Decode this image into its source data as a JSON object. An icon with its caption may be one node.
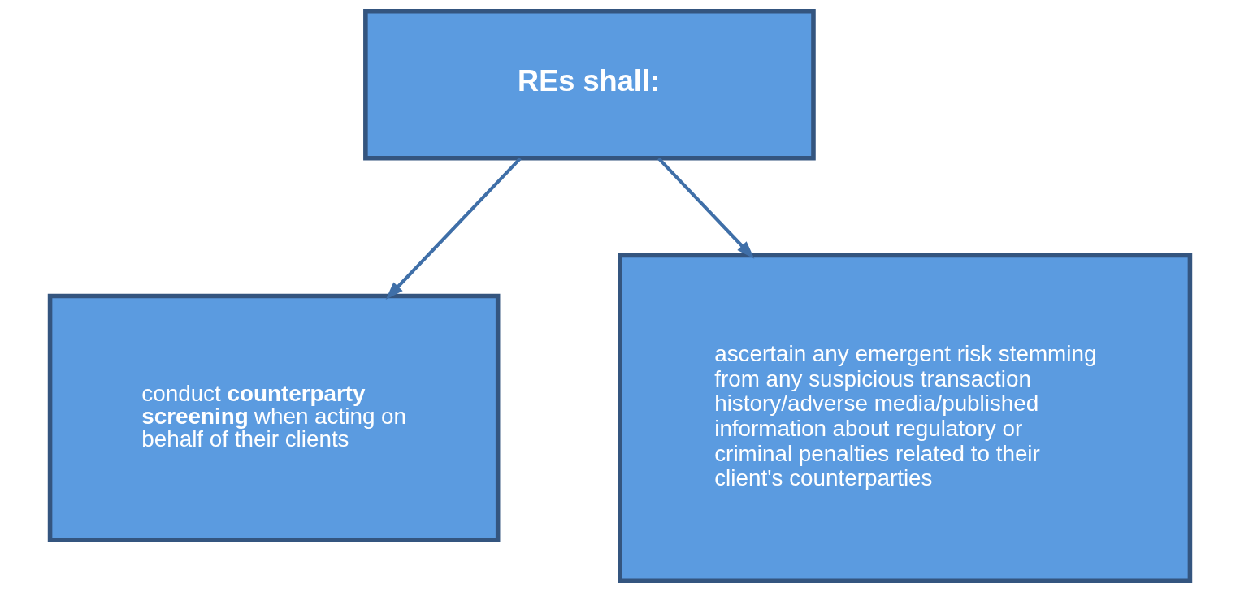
{
  "diagram": {
    "nodes": [
      {
        "text": [
          "REs shall:"
        ]
      },
      {
        "text": [
          "conduct **counterparty screening** when acting on behalf of their clients"
        ]
      },
      {
        "text": [
          "ascertain any emergent risk stemming from any suspicious transaction history/adverse media/published information about regulatory or criminal penalties related to their client's counterparties"
        ]
      }
    ],
    "edges": [
      {
        "from": 0,
        "to": 1,
        "arrow": "to"
      },
      {
        "from": 0,
        "to": 2,
        "arrow": "to"
      }
    ]
  }
}
